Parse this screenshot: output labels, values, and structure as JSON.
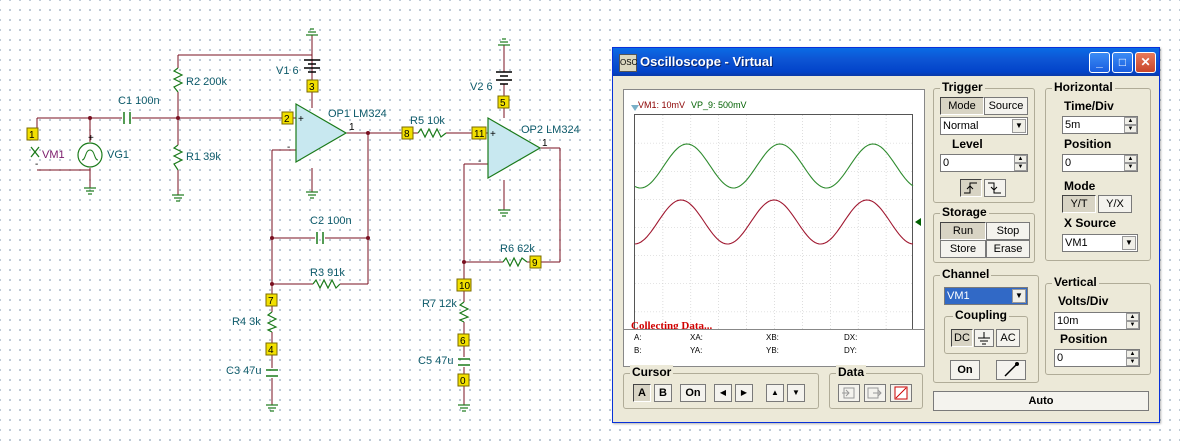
{
  "schematic": {
    "components": {
      "vm1": "VM1",
      "vg1": "VG1",
      "c1": "C1 100n",
      "r2": "R2 200k",
      "r1": "R1 39k",
      "v1": "V1 6",
      "op1": "OP1 LM324",
      "c2": "C2 100n",
      "r3": "R3 91k",
      "r4": "R4 3k",
      "c3": "C3 47u",
      "r5": "R5 10k",
      "v2": "V2 6",
      "op2": "OP2 LM324",
      "r6": "R6 62k",
      "r7": "R7 12k",
      "c5": "C5 47u"
    },
    "nodes": {
      "n1": "1",
      "n2": "2",
      "n3": "3",
      "n5": "5",
      "n6": "6",
      "n7": "7",
      "n8": "8",
      "n9": "9",
      "n10": "10",
      "n11": "11",
      "n4": "4",
      "n0": "0"
    },
    "pins": {
      "minus": "-",
      "plus": "+",
      "one": "1"
    }
  },
  "scope": {
    "title": "Oscilloscope - Virtual",
    "icon_text": "OSC",
    "window_buttons": {
      "minimize": "_",
      "maximize": "□",
      "close": "✕"
    },
    "channel_labels": {
      "ch1": "VM1: 10mV",
      "ch2": "VP_9: 500mV"
    },
    "status": "Collecting Data...",
    "readouts": {
      "a": "A:",
      "xa": "XA:",
      "xb": "XB:",
      "dx": "DX:",
      "b": "B:",
      "ya": "YA:",
      "yb": "YB:",
      "dy": "DY:"
    },
    "cursor": {
      "title": "Cursor",
      "a": "A",
      "b": "B",
      "on": "On",
      "left": "◀",
      "right": "▶",
      "up": "▲",
      "down": "▼"
    },
    "data": {
      "title": "Data"
    },
    "trigger": {
      "title": "Trigger",
      "mode": "Mode",
      "source": "Source",
      "mode_value": "Normal",
      "level": "Level",
      "level_value": "0"
    },
    "horizontal": {
      "title": "Horizontal",
      "time_div": "Time/Div",
      "time_div_value": "5m",
      "position": "Position",
      "position_value": "0",
      "mode": "Mode",
      "yt": "Y/T",
      "yx": "Y/X",
      "xsource": "X Source",
      "xsource_value": "VM1"
    },
    "storage": {
      "title": "Storage",
      "run": "Run",
      "stop": "Stop",
      "store": "Store",
      "erase": "Erase"
    },
    "channel": {
      "title": "Channel",
      "value": "VM1",
      "coupling": "Coupling",
      "dc": "DC",
      "ac": "AC",
      "on": "On"
    },
    "vertical": {
      "title": "Vertical",
      "volts_div": "Volts/Div",
      "volts_div_value": "10m",
      "position": "Position",
      "position_value": "0"
    },
    "auto": "Auto",
    "trace_colors": {
      "ch1": "#2e8b2e",
      "ch2": "#a01830"
    }
  }
}
